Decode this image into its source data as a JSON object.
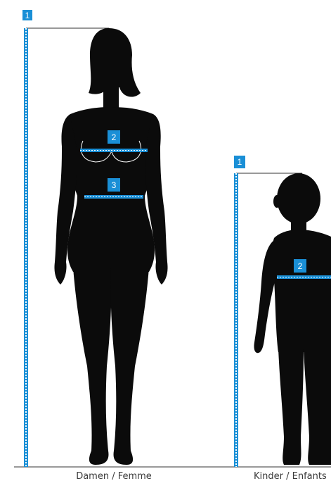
{
  "colors": {
    "marker": "#1a8fd6",
    "silhouette": "#0b0b0b",
    "guide_line": "#333333",
    "caption_text": "#3a3a3a"
  },
  "woman": {
    "caption": "Damen / Femme",
    "markers": [
      {
        "number": "1",
        "meaning": "height"
      },
      {
        "number": "2",
        "meaning": "chest"
      },
      {
        "number": "3",
        "meaning": "waist"
      }
    ]
  },
  "child": {
    "caption": "Kinder / Enfants",
    "markers": [
      {
        "number": "1",
        "meaning": "height"
      },
      {
        "number": "2",
        "meaning": "chest"
      }
    ]
  }
}
